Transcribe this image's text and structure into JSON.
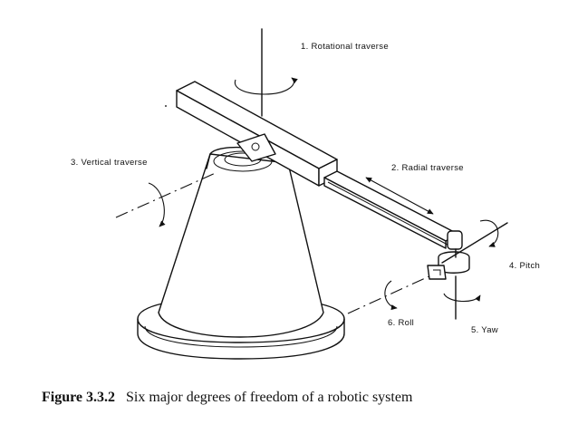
{
  "labels": {
    "rotational": "1.  Rotational   traverse",
    "radial": "2.  Radial  traverse",
    "vertical": "3.   Vertical traverse",
    "pitch": "4.   Pitch",
    "yaw": "5.  Yaw",
    "roll": "6.   Roll"
  },
  "caption": {
    "number": "Figure 3.3.2",
    "text": "Six major degrees of freedom of a robotic system"
  }
}
